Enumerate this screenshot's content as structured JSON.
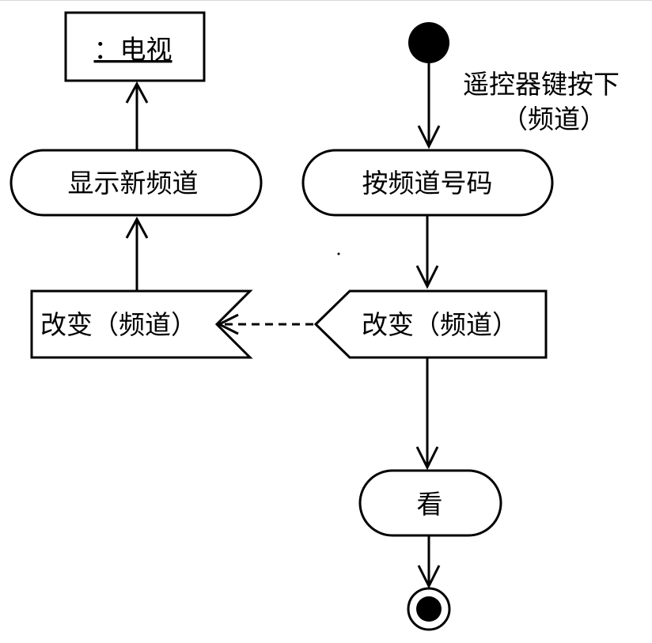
{
  "diagram": {
    "object_label": "：电视",
    "event_label_line1": "遥控器键按下",
    "event_label_line2": "（频道）",
    "action_press": "按频道号码",
    "send_signal": "改变（频道）",
    "receive_signal": "改变（频道）",
    "action_show": "显示新频道",
    "action_watch": "看"
  }
}
